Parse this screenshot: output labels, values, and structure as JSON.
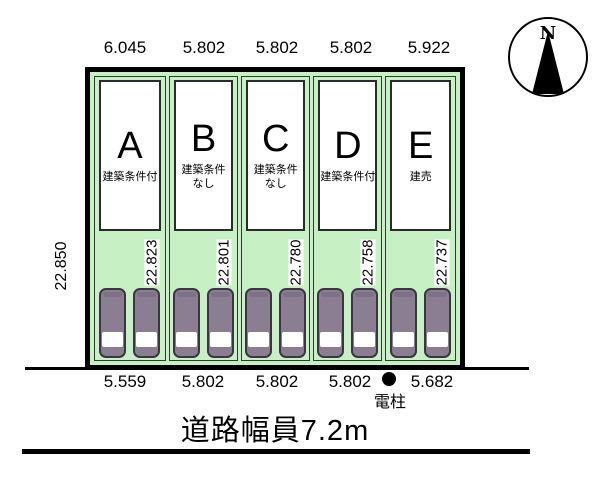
{
  "compass": {
    "north_label": "N"
  },
  "site": {
    "left_dimension": "22.850",
    "lots": [
      {
        "id": "A",
        "top_dim": "6.045",
        "depth_dim": "22.823",
        "bottom_dim": "5.559",
        "condition_lines": [
          "建築条件付"
        ]
      },
      {
        "id": "B",
        "top_dim": "5.802",
        "depth_dim": "22.801",
        "bottom_dim": "5.802",
        "condition_lines": [
          "建築条件",
          "なし"
        ]
      },
      {
        "id": "C",
        "top_dim": "5.802",
        "depth_dim": "22.780",
        "bottom_dim": "5.802",
        "condition_lines": [
          "建築条件",
          "なし"
        ]
      },
      {
        "id": "D",
        "top_dim": "5.802",
        "depth_dim": "22.758",
        "bottom_dim": "5.802",
        "condition_lines": [
          "建築条件付"
        ]
      },
      {
        "id": "E",
        "top_dim": "5.922",
        "depth_dim": "22.737",
        "bottom_dim": "5.682",
        "condition_lines": [
          "建売"
        ]
      }
    ]
  },
  "road": {
    "width_label": "道路幅員7.2m",
    "utility_pole_label": "電柱"
  },
  "colors": {
    "site_fill": "#c8f0c5",
    "car_body": "#8b7e92",
    "outline": "#000000"
  }
}
